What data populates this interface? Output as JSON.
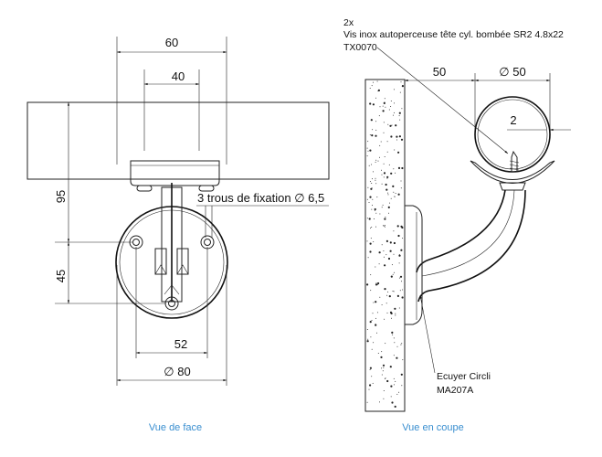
{
  "front_view": {
    "caption": "Vue de face",
    "dim_width_top": "60",
    "dim_width_inner": "40",
    "dim_height_total": "95",
    "dim_height_holes": "45",
    "dim_hole_spacing": "52",
    "dim_flange_diameter": "∅ 80",
    "holes_label": "3 trous de fixation ∅ 6,5"
  },
  "section_view": {
    "caption": "Vue en coupe",
    "screw_qty": "2x",
    "screw_desc": "Vis inox autoperceuse tête cyl. bombée SR2 4.8x22",
    "screw_ref": "TX0070",
    "dim_offset": "50",
    "dim_rail_diameter": "∅ 50",
    "dim_wall_thickness": "2",
    "bracket_name": "Ecuyer Circli",
    "bracket_ref": "MA207A"
  },
  "colors": {
    "caption": "#3a8fd0"
  }
}
